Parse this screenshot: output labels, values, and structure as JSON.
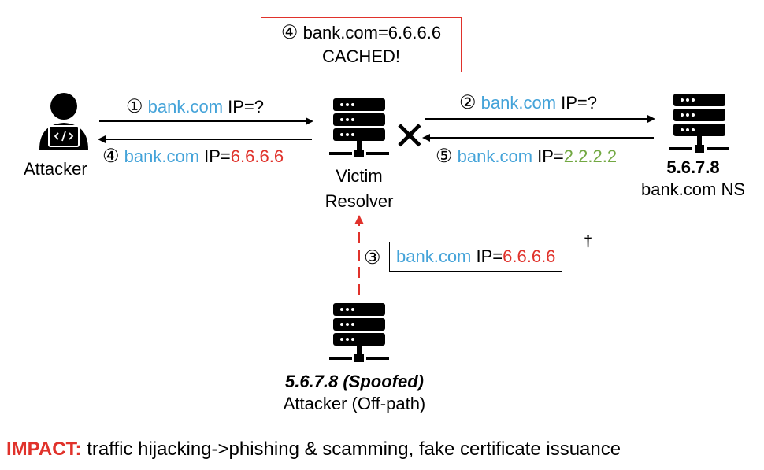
{
  "cache_box": {
    "step": "④",
    "line1": "bank.com=6.6.6.6",
    "line2": "CACHED!"
  },
  "messages": {
    "m1": {
      "step": "①",
      "domain": "bank.com",
      "text": " IP=?",
      "value": ""
    },
    "m4": {
      "step": "④",
      "domain": "bank.com",
      "text": " IP=",
      "value": "6.6.6.6"
    },
    "m2": {
      "step": "②",
      "domain": "bank.com",
      "text": " IP=?",
      "value": ""
    },
    "m5": {
      "step": "⑤",
      "domain": "bank.com",
      "text": " IP=",
      "value": "2.2.2.2"
    },
    "m3": {
      "step": "③",
      "domain": "bank.com",
      "text": " IP=",
      "value": "6.6.6.6",
      "mark": "†"
    }
  },
  "nodes": {
    "attacker": {
      "label": "Attacker"
    },
    "resolver": {
      "line1": "Victim",
      "line2": "Resolver"
    },
    "nameserver": {
      "ip": "5.6.7.8",
      "label": "bank.com NS"
    },
    "offpath": {
      "ip": "5.6.7.8 (Spoofed)",
      "label": "Attacker (Off-path)"
    }
  },
  "blocked_mark": "✕",
  "impact": {
    "label": "IMPACT:",
    "text": " traffic hijacking->phishing & scamming, fake certificate issuance"
  },
  "colors": {
    "domain": "#44a3d9",
    "spoofed_ip": "#e0322b",
    "real_ip": "#72a842",
    "cache_border": "#e0322b",
    "spoof_arrow": "#e0322b"
  },
  "icons": [
    "hacker-icon",
    "server-icon",
    "server-icon",
    "server-icon"
  ]
}
